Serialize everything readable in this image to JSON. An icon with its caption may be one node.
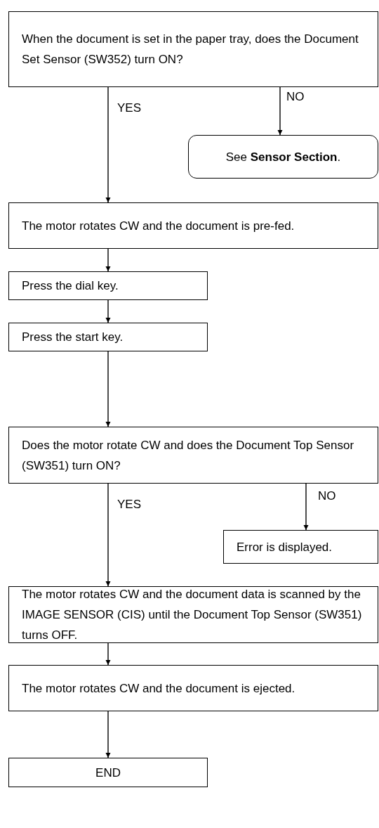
{
  "diagram": {
    "nodes": [
      {
        "text": [
          "When the document is set in the paper tray, does the Document Set Sensor (SW352) turn ON?"
        ]
      },
      {
        "text": [
          "See **Sensor Section**."
        ]
      },
      {
        "text": [
          "The motor rotates CW and the document is pre-fed."
        ]
      },
      {
        "text": [
          "Press the dial key."
        ]
      },
      {
        "text": [
          "Press the start key."
        ]
      },
      {
        "text": [
          "Does the motor rotate CW and does the Document Top Sensor (SW351) turn ON?"
        ]
      },
      {
        "text": [
          "Error is displayed."
        ]
      },
      {
        "text": [
          "The motor rotates CW and  the document data is scanned by the IMAGE SENSOR (CIS) until the Document Top Sensor (SW351) turns OFF."
        ]
      },
      {
        "text": [
          "The motor rotates CW and the document is ejected."
        ]
      },
      {
        "text": [
          "END"
        ]
      }
    ],
    "edges": [
      {
        "from": 0,
        "to": 2,
        "arrow": "to",
        "label": "YES"
      },
      {
        "from": 0,
        "to": 1,
        "arrow": "to",
        "label": "NO"
      },
      {
        "from": 2,
        "to": 3,
        "arrow": "to"
      },
      {
        "from": 3,
        "to": 4,
        "arrow": "to"
      },
      {
        "from": 4,
        "to": 5,
        "arrow": "to"
      },
      {
        "from": 5,
        "to": 7,
        "arrow": "to",
        "label": "YES"
      },
      {
        "from": 5,
        "to": 6,
        "arrow": "to",
        "label": "NO"
      },
      {
        "from": 7,
        "to": 8,
        "arrow": "to"
      },
      {
        "from": 8,
        "to": 9,
        "arrow": "to"
      }
    ]
  }
}
